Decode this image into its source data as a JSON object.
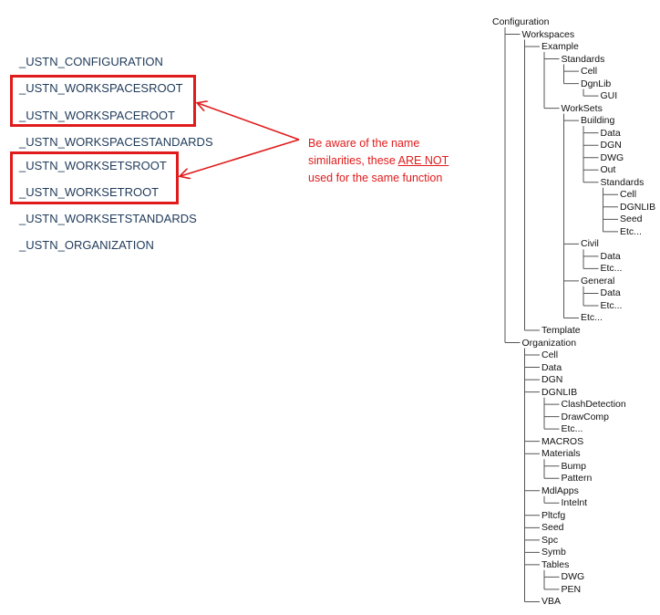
{
  "variables": [
    "_USTN_CONFIGURATION",
    "_USTN_WORKSPACESROOT",
    "_USTN_WORKSPACEROOT",
    "_USTN_WORKSPACESTANDARDS",
    "_USTN_WORKSETSROOT",
    "_USTN_WORKSETROOT",
    "_USTN_WORKSETSTANDARDS",
    "_USTN_ORGANIZATION"
  ],
  "note": {
    "line1": "Be aware of the name",
    "line2_prefix": "similarities, these ",
    "line2_emph": "ARE NOT",
    "line3": "used for the same function"
  },
  "colors": {
    "accent": "#e01b1b",
    "text": "#1f3a5a",
    "tree_line": "#555555"
  },
  "tree": [
    {
      "label": "Configuration",
      "depth": 0
    },
    {
      "label": "Workspaces",
      "depth": 1
    },
    {
      "label": "Example",
      "depth": 2
    },
    {
      "label": "Standards",
      "depth": 3
    },
    {
      "label": "Cell",
      "depth": 4
    },
    {
      "label": "DgnLib",
      "depth": 4
    },
    {
      "label": "GUI",
      "depth": 5
    },
    {
      "label": "WorkSets",
      "depth": 3
    },
    {
      "label": "Building",
      "depth": 4
    },
    {
      "label": "Data",
      "depth": 5
    },
    {
      "label": "DGN",
      "depth": 5
    },
    {
      "label": "DWG",
      "depth": 5
    },
    {
      "label": "Out",
      "depth": 5
    },
    {
      "label": "Standards",
      "depth": 5
    },
    {
      "label": "Cell",
      "depth": 6
    },
    {
      "label": "DGNLIB",
      "depth": 6
    },
    {
      "label": "Seed",
      "depth": 6
    },
    {
      "label": "Etc...",
      "depth": 6
    },
    {
      "label": "Civil",
      "depth": 4
    },
    {
      "label": "Data",
      "depth": 5
    },
    {
      "label": "Etc...",
      "depth": 5
    },
    {
      "label": "General",
      "depth": 4
    },
    {
      "label": "Data",
      "depth": 5
    },
    {
      "label": "Etc...",
      "depth": 5
    },
    {
      "label": "Etc...",
      "depth": 4
    },
    {
      "label": "Template",
      "depth": 2
    },
    {
      "label": "Organization",
      "depth": 1
    },
    {
      "label": "Cell",
      "depth": 2
    },
    {
      "label": "Data",
      "depth": 2
    },
    {
      "label": "DGN",
      "depth": 2
    },
    {
      "label": "DGNLIB",
      "depth": 2
    },
    {
      "label": "ClashDetection",
      "depth": 3
    },
    {
      "label": "DrawComp",
      "depth": 3
    },
    {
      "label": "Etc...",
      "depth": 3
    },
    {
      "label": "MACROS",
      "depth": 2
    },
    {
      "label": "Materials",
      "depth": 2
    },
    {
      "label": "Bump",
      "depth": 3
    },
    {
      "label": "Pattern",
      "depth": 3
    },
    {
      "label": "MdlApps",
      "depth": 2
    },
    {
      "label": "Intelnt",
      "depth": 3
    },
    {
      "label": "Pltcfg",
      "depth": 2
    },
    {
      "label": "Seed",
      "depth": 2
    },
    {
      "label": "Spc",
      "depth": 2
    },
    {
      "label": "Symb",
      "depth": 2
    },
    {
      "label": "Tables",
      "depth": 2
    },
    {
      "label": "DWG",
      "depth": 3
    },
    {
      "label": "PEN",
      "depth": 3
    },
    {
      "label": "VBA",
      "depth": 2
    }
  ]
}
